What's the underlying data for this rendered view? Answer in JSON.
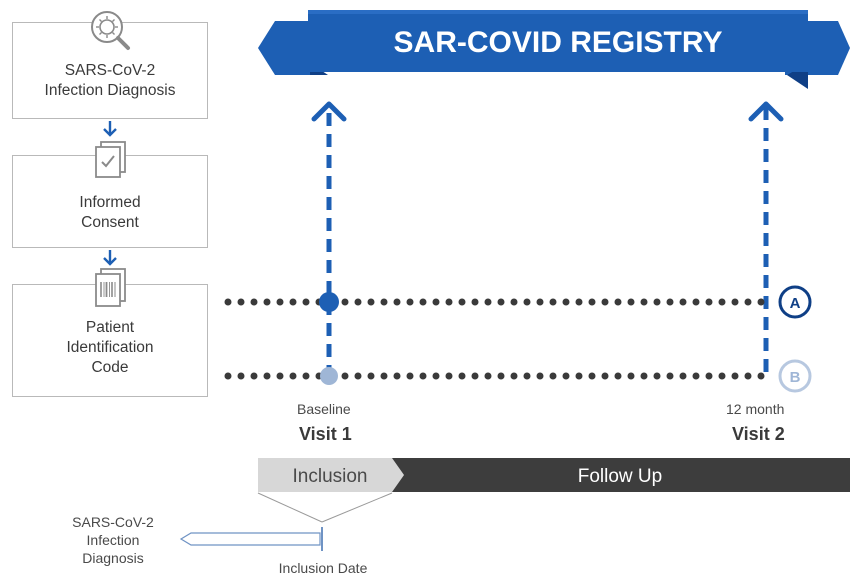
{
  "title": "SAR-COVID REGISTRY",
  "steps": [
    {
      "label": "SARS-CoV-2\nInfection Diagnosis",
      "icon": "virus-magnifier-icon"
    },
    {
      "label": "Informed\nConsent",
      "icon": "checked-document-icon"
    },
    {
      "label": "Patient\nIdentification\nCode",
      "icon": "barcode-document-icon"
    }
  ],
  "tracks": [
    {
      "label": "A"
    },
    {
      "label": "B"
    }
  ],
  "visits": [
    {
      "caption": "Baseline",
      "title": "Visit 1"
    },
    {
      "caption": "12 month",
      "title": "Visit 2"
    }
  ],
  "phases": [
    {
      "label": "Inclusion"
    },
    {
      "label": "Follow Up"
    }
  ],
  "timeline": {
    "start_label": "SARS-CoV-2\nInfection\nDiagnosis",
    "end_label": "Inclusion Date"
  },
  "colors": {
    "brand_blue": "#1d5fb4",
    "banner_dark": "#0f3f86",
    "light_blue": "#9fb6d6",
    "dot_gray": "#3a3a3a",
    "inclusion_bg": "#d7d7d7",
    "followup_bg": "#3d3d3d"
  }
}
